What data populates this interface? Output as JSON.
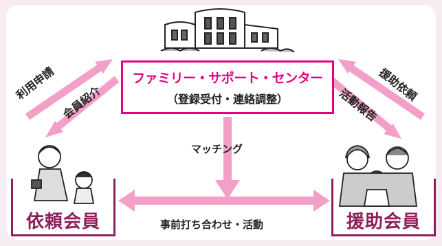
{
  "center": {
    "title": "ファミリー・サポート・センター",
    "subtitle": "（登録受付・連絡調整）"
  },
  "members": {
    "left": "依頼会員",
    "right": "援助会員"
  },
  "arrows": {
    "left_up": "利用申請",
    "left_down": "会員紹介",
    "right_up": "援助依頼",
    "right_down": "活動報告",
    "center_down": "マッチング",
    "bottom_both": "事前打ち合わせ・活動"
  },
  "colors": {
    "magenta": "#e4007f",
    "arrow_pink": "#f2a0c8",
    "member_frame": "#8c1f5c"
  },
  "icons": [
    "building-icon",
    "mother-child-icon",
    "family-icon"
  ]
}
